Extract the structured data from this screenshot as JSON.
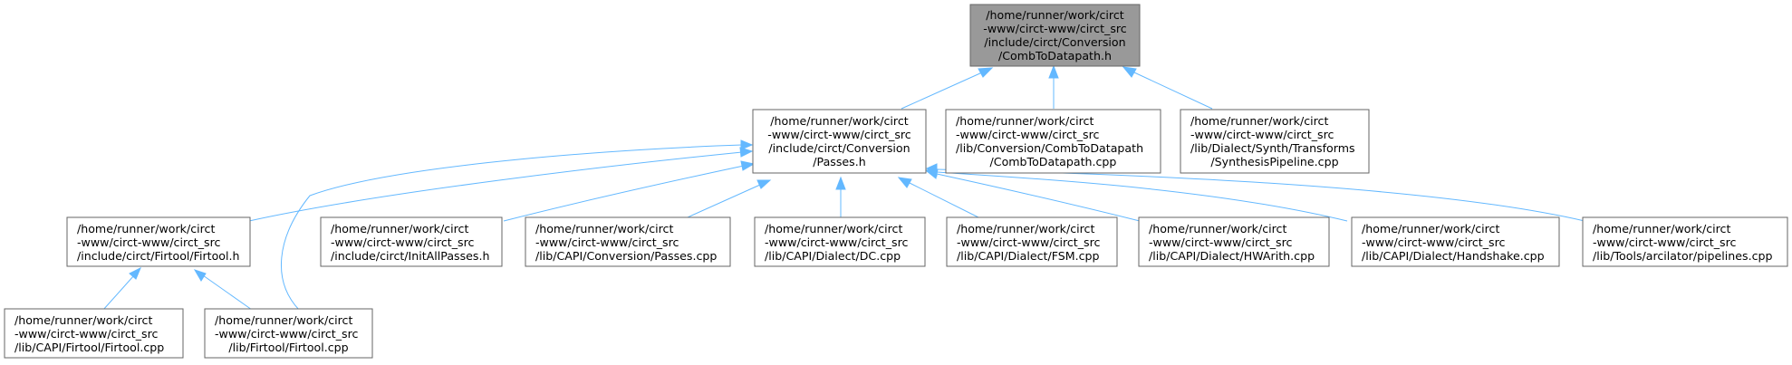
{
  "nodes": {
    "root": {
      "lines": [
        "/home/runner/work/circt",
        "-www/circt-www/circt_src",
        "/include/circt/Conversion",
        "/CombToDatapath.h"
      ]
    },
    "passes_h": {
      "lines": [
        "/home/runner/work/circt",
        "-www/circt-www/circt_src",
        "/include/circt/Conversion",
        "/Passes.h"
      ]
    },
    "comb_cpp": {
      "lines": [
        "/home/runner/work/circt",
        "-www/circt-www/circt_src",
        "/lib/Conversion/CombToDatapath",
        "/CombToDatapath.cpp"
      ]
    },
    "synth_cpp": {
      "lines": [
        "/home/runner/work/circt",
        "-www/circt-www/circt_src",
        "/lib/Dialect/Synth/Transforms",
        "/SynthesisPipeline.cpp"
      ]
    },
    "firtool_h": {
      "lines": [
        "/home/runner/work/circt",
        "-www/circt-www/circt_src",
        "/include/circt/Firtool/Firtool.h"
      ]
    },
    "initall_h": {
      "lines": [
        "/home/runner/work/circt",
        "-www/circt-www/circt_src",
        "/include/circt/InitAllPasses.h"
      ]
    },
    "capi_conv": {
      "lines": [
        "/home/runner/work/circt",
        "-www/circt-www/circt_src",
        "/lib/CAPI/Conversion/Passes.cpp"
      ]
    },
    "capi_dc": {
      "lines": [
        "/home/runner/work/circt",
        "-www/circt-www/circt_src",
        "/lib/CAPI/Dialect/DC.cpp"
      ]
    },
    "capi_fsm": {
      "lines": [
        "/home/runner/work/circt",
        "-www/circt-www/circt_src",
        "/lib/CAPI/Dialect/FSM.cpp"
      ]
    },
    "capi_hwarith": {
      "lines": [
        "/home/runner/work/circt",
        "-www/circt-www/circt_src",
        "/lib/CAPI/Dialect/HWArith.cpp"
      ]
    },
    "capi_handshake": {
      "lines": [
        "/home/runner/work/circt",
        "-www/circt-www/circt_src",
        "/lib/CAPI/Dialect/Handshake.cpp"
      ]
    },
    "arc_pipelines": {
      "lines": [
        "/home/runner/work/circt",
        "-www/circt-www/circt_src",
        "/lib/Tools/arcilator/pipelines.cpp"
      ]
    },
    "capi_firtool": {
      "lines": [
        "/home/runner/work/circt",
        "-www/circt-www/circt_src",
        "/lib/CAPI/Firtool/Firtool.cpp"
      ]
    },
    "firtool_cpp": {
      "lines": [
        "/home/runner/work/circt",
        "-www/circt-www/circt_src",
        "/lib/Firtool/Firtool.cpp"
      ]
    }
  },
  "colors": {
    "edge": "#63b8ff",
    "root_fill": "#999999",
    "node_border": "#666666"
  }
}
